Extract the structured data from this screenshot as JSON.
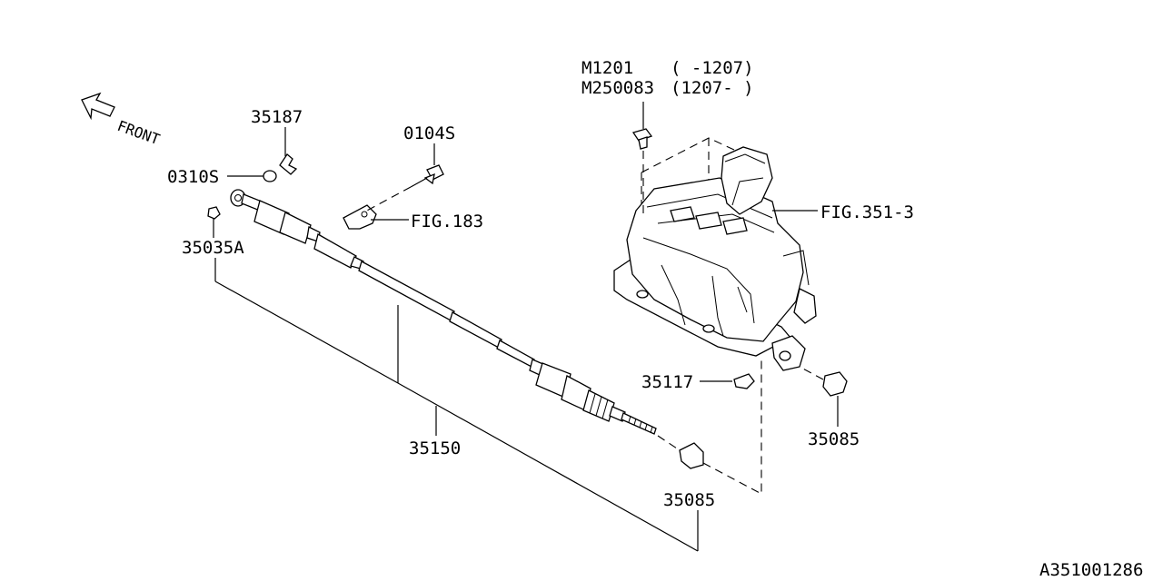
{
  "diagram": {
    "front_label": "FRONT",
    "drawing_id": "A351001286",
    "parts": {
      "p35187": "35187",
      "p0310s": "0310S",
      "p35035a": "35035A",
      "p0104s": "0104S",
      "fig183": "FIG.183",
      "m1201": "M1201",
      "m1201_range": "( -1207)",
      "m250083": "M250083",
      "m250083_range": "(1207- )",
      "fig351": "FIG.351-3",
      "p35117": "35117",
      "p35085_right": "35085",
      "p35150": "35150",
      "p35085_bottom": "35085"
    }
  }
}
